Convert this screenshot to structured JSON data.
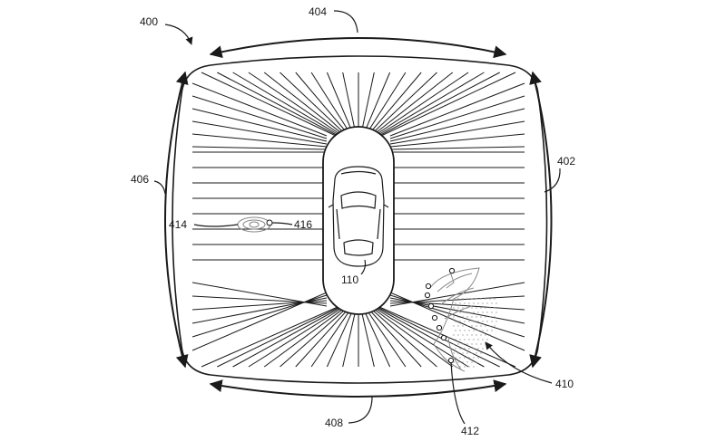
{
  "labels": {
    "fig_ref": "400",
    "right_edge": "402",
    "top_edge": "404",
    "left_edge": "406",
    "bottom_edge": "408",
    "cluster": "410",
    "vehicle": "110",
    "points": "412",
    "object": "414",
    "object_point": "416"
  },
  "colors": {
    "ink": "#1a1a1a",
    "object_gray": "#8a8a8a"
  },
  "icons": {
    "vehicle": "car-top-view-icon",
    "object": "eye-shaped-object-icon"
  }
}
